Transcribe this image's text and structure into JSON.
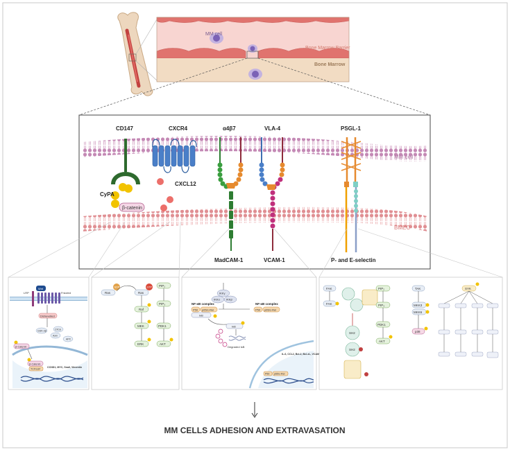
{
  "top_panel": {
    "mm_cell_label": "MM cell",
    "barrier_label": "Bone Marrow Barrier",
    "marrow_label": "Bone Marrow"
  },
  "membrane": {
    "top_label": "MM cell",
    "bottom_label": "BMEC"
  },
  "receptors": {
    "cd147": "CD147",
    "cxcr4": "CXCR4",
    "a4b7": "α4β7",
    "vla4": "VLA-4",
    "psgl1": "PSGL-1"
  },
  "ligands": {
    "cypa": "CyPA",
    "cxcl12": "CXCL12",
    "beta_catenin": "β-catenin",
    "madcam": "MadCAM-1",
    "vcam": "VCAM-1",
    "selectin": "P- and E-selectin"
  },
  "pathways": {
    "wnt": {
      "wnt": "Wnt",
      "lrp": "LRP",
      "frizzled": "Frizzled",
      "dishevelled": "Dishevelled",
      "gsk3b": "GSK-3β",
      "ck1a": "CK1α",
      "axin": "Axin",
      "apc": "APC",
      "bcat": "β-Catenin",
      "bcat2": "β-Catenin",
      "tcf": "TCF/LEF",
      "targets": "CCND1, MYC, Snail, Vimentin"
    },
    "ras": {
      "ras": "Ras",
      "gdp": "GDP",
      "ras2": "Ras",
      "gtp": "GTP",
      "raf": "Raf",
      "mek": "MEK",
      "erk": "ERK",
      "pip2": "PIP₂",
      "pip3": "PIP₃",
      "pdk1": "PDK1",
      "akt": "AKT"
    },
    "nfkb": {
      "ikka": "IKKα",
      "ikkb": "IKKβ",
      "ikkg": "IKKγ",
      "complex1": "NF-κB complex",
      "complex2": "NF-κB complex",
      "p50": "P50",
      "p65": "p65/c-Rel",
      "ikb": "IκB",
      "ikb2": "IκB",
      "degraded": "Degraded IκB",
      "targets": "IL-6, CCL2, Bcl-2, Bcl-xL, VCAM-1",
      "p50b": "P50",
      "p65b": "p65/c-Rel"
    },
    "fak": {
      "fak": "FAK",
      "fak2": "FAK",
      "pip2": "PIP₂",
      "pip3": "PIP₃",
      "pdk1": "PDK1",
      "akt": "AKT",
      "tak": "TAK",
      "mkk3": "MKK3",
      "mkk6": "MKK6",
      "p38": "p38",
      "syk": "SYK",
      "n1": "SH2",
      "n2": "SH2"
    }
  },
  "conclusion": "MM CELLS ADHESION AND EXTRAVASATION"
}
